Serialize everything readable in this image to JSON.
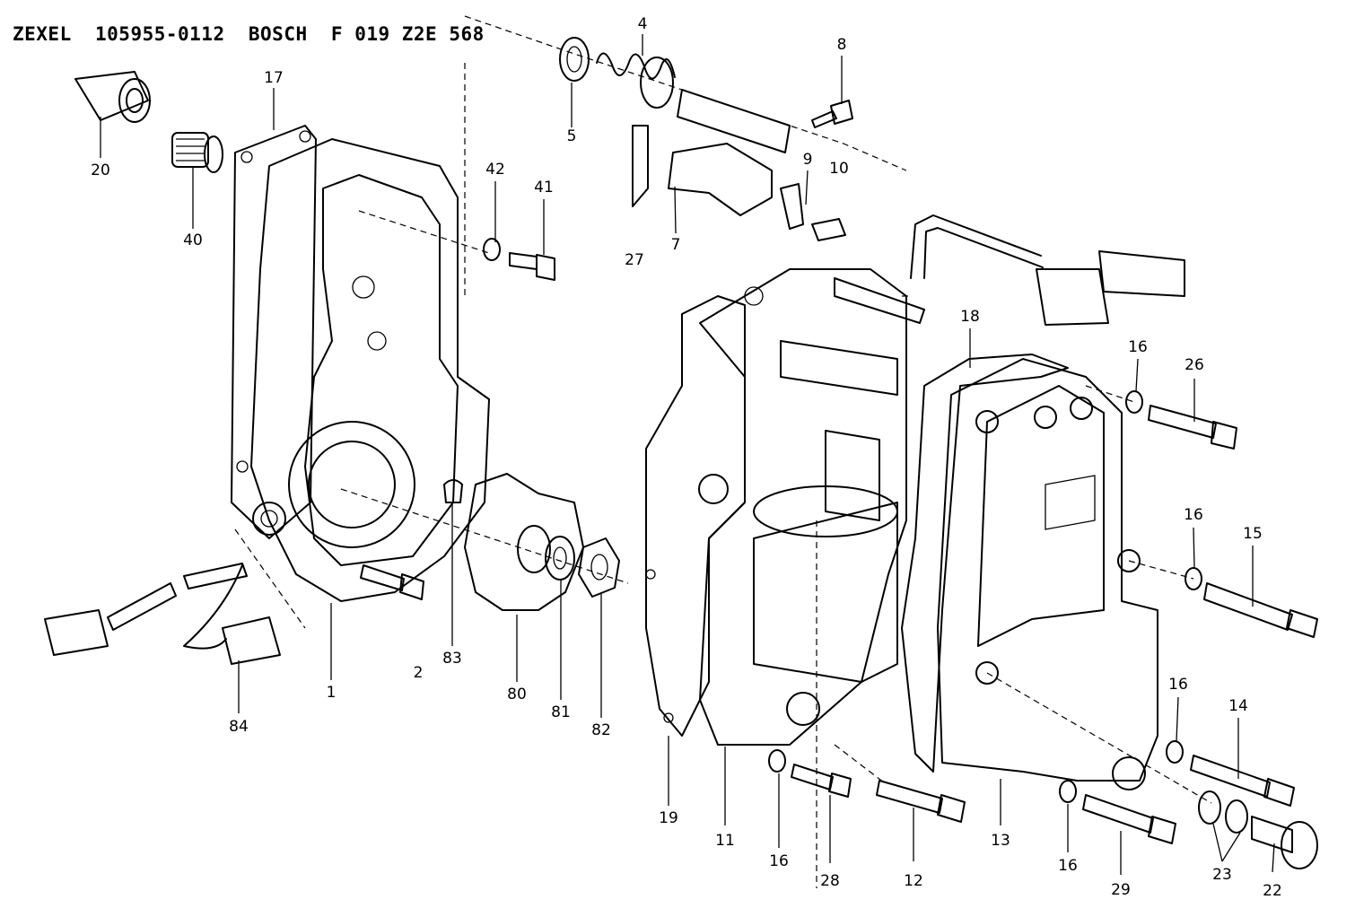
{
  "header": {
    "make": "ZEXEL",
    "part_no": "105955-0112",
    "brand": "BOSCH",
    "ref": "F 019 Z2E 568"
  },
  "callouts": [
    "20",
    "17",
    "40",
    "42",
    "41",
    "5",
    "4",
    "8",
    "9",
    "10",
    "27",
    "7",
    "18",
    "16",
    "26",
    "15",
    "14",
    "84",
    "1",
    "2",
    "83",
    "80",
    "81",
    "82",
    "19",
    "11",
    "28",
    "12",
    "13",
    "29",
    "23",
    "22"
  ]
}
